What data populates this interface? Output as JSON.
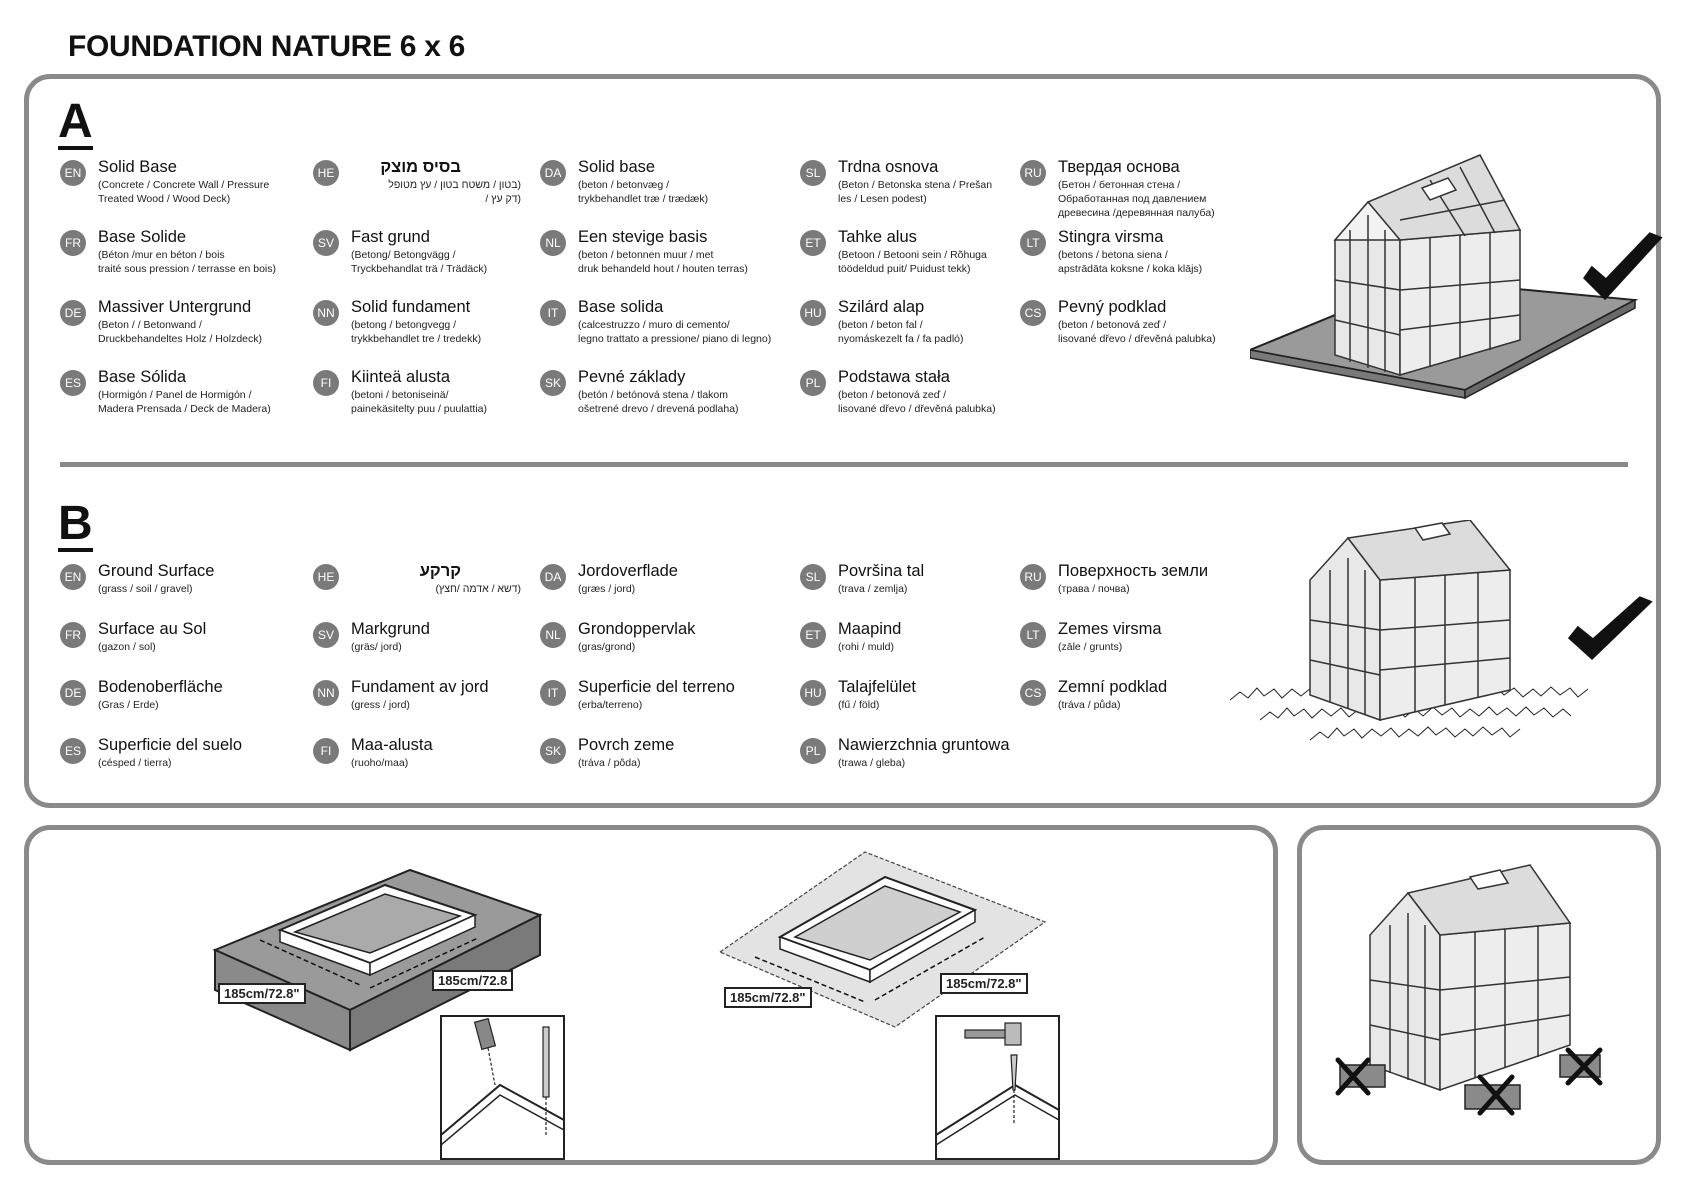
{
  "title": "FOUNDATION NATURE 6 x 6",
  "section_a": {
    "letter": "A",
    "entries": [
      {
        "code": "EN",
        "title": "Solid Base",
        "sub": "(Concrete / Concrete Wall / Pressure\nTreated Wood / Wood Deck)"
      },
      {
        "code": "FR",
        "title": "Base Solide",
        "sub": "(Béton /mur en béton / bois\ntraité sous pression / terrasse en bois)"
      },
      {
        "code": "DE",
        "title": "Massiver Untergrund",
        "sub": "(Beton / / Betonwand /\nDruckbehandeltes Holz / Holzdeck)"
      },
      {
        "code": "ES",
        "title": "Base Sólida",
        "sub": "(Hormigón / Panel de Hormigón /\nMadera Prensada / Deck de Madera)"
      },
      {
        "code": "HE",
        "title": "בסיס מוצק",
        "sub": "(בטון / משטח בטון / עץ מטופל\n(דק עץ /"
      },
      {
        "code": "SV",
        "title": "Fast grund",
        "sub": "(Betong/ Betongvägg /\nTryckbehandlat trä / Trädäck)"
      },
      {
        "code": "NN",
        "title": "Solid fundament",
        "sub": "(betong / betongvegg /\ntrykkbehandlet tre / tredekk)"
      },
      {
        "code": "FI",
        "title": "Kiinteä alusta",
        "sub": "(betoni / betoniseinä/\npainekäsitelty puu / puulattia)"
      },
      {
        "code": "DA",
        "title": "Solid base",
        "sub": "(beton / betonvæg /\ntrykbehandlet træ / trædæk)"
      },
      {
        "code": "NL",
        "title": "Een stevige basis",
        "sub": "(beton / betonnen muur / met\ndruk behandeld hout / houten terras)"
      },
      {
        "code": "IT",
        "title": "Base solida",
        "sub": "(calcestruzzo / muro di cemento/\nlegno trattato a pressione/ piano di legno)"
      },
      {
        "code": "SK",
        "title": "Pevné základy",
        "sub": "(betón / betónová stena / tlakom\nošetrené drevo / drevená podlaha)"
      },
      {
        "code": "SL",
        "title": "Trdna osnova",
        "sub": "(Beton / Betonska stena / Prešan\nles / Lesen podest)"
      },
      {
        "code": "ET",
        "title": "Tahke alus",
        "sub": "(Betoon / Betooni sein / Rõhuga\ntöödeldud puit/ Puidust tekk)"
      },
      {
        "code": "HU",
        "title": "Szilárd alap",
        "sub": "(beton / beton fal /\nnyomáskezelt fa / fa padló)"
      },
      {
        "code": "PL",
        "title": "Podstawa stała",
        "sub": "(beton / betonová zeď /\nlisované dřevo / dřevěná palubka)"
      },
      {
        "code": "RU",
        "title": "Твердая основа",
        "sub": "(Бетон / бетонная стена /\nОбработанная под давлением\nдревесина /деревянная палуба)"
      },
      {
        "code": "LT",
        "title": "Stingra virsma",
        "sub": "(betons / betona siena /\napstrādāta koksne / koka klājs)"
      },
      {
        "code": "CS",
        "title": "Pevný podklad",
        "sub": "(beton / betonová zeď /\nlisované dřevo / dřevěná palubka)"
      }
    ]
  },
  "section_b": {
    "letter": "B",
    "entries": [
      {
        "code": "EN",
        "title": "Ground Surface",
        "sub": "(grass / soil / gravel)"
      },
      {
        "code": "FR",
        "title": "Surface au Sol",
        "sub": "(gazon / sol)"
      },
      {
        "code": "DE",
        "title": "Bodenoberfläche",
        "sub": "(Gras / Erde)"
      },
      {
        "code": "ES",
        "title": "Superficie del suelo",
        "sub": "(césped / tierra)"
      },
      {
        "code": "HE",
        "title": "קרקע",
        "sub": "(דשא / אדמה /חצץ)"
      },
      {
        "code": "SV",
        "title": "Markgrund",
        "sub": "(gräs/ jord)"
      },
      {
        "code": "NN",
        "title": "Fundament av jord",
        "sub": "(gress / jord)"
      },
      {
        "code": "FI",
        "title": "Maa-alusta",
        "sub": "(ruoho/maa)"
      },
      {
        "code": "DA",
        "title": "Jordoverflade",
        "sub": "(græs / jord)"
      },
      {
        "code": "NL",
        "title": "Grondoppervlak",
        "sub": "(gras/grond)"
      },
      {
        "code": "IT",
        "title": "Superficie del terreno",
        "sub": "(erba/terreno)"
      },
      {
        "code": "SK",
        "title": "Povrch zeme",
        "sub": "(tráva / pôda)"
      },
      {
        "code": "SL",
        "title": "Površina tal",
        "sub": "(trava / zemlja)"
      },
      {
        "code": "ET",
        "title": "Maapind",
        "sub": "(rohi / muld)"
      },
      {
        "code": "HU",
        "title": "Talajfelület",
        "sub": "(fű / föld)"
      },
      {
        "code": "PL",
        "title": "Nawierzchnia gruntowa",
        "sub": "(trawa / gleba)"
      },
      {
        "code": "RU",
        "title": "Поверхность земли",
        "sub": "(трава / почва)"
      },
      {
        "code": "LT",
        "title": "Zemes virsma",
        "sub": "(zāle / grunts)"
      },
      {
        "code": "CS",
        "title": "Zemní podklad",
        "sub": "(tráva / půda)"
      }
    ]
  },
  "dimensions": {
    "frame1_left": "185cm/72.8\"",
    "frame1_right": "185cm/72.8",
    "frame2_left": "185cm/72.8\"",
    "frame2_right": "185cm/72.8\""
  },
  "icons": [
    "checkmark-icon",
    "cross-icon",
    "greenhouse-icon",
    "drill-icon",
    "hammer-icon",
    "stake-icon"
  ],
  "colors": {
    "panel_border": "#8a8a8a",
    "badge": "#7a7a7a",
    "slab": "#9a9a9a"
  }
}
